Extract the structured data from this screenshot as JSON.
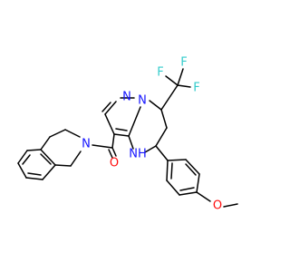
{
  "molecule": {
    "atoms": {
      "n_pyrazole": "N",
      "n_bridge": "N",
      "nh": "NH",
      "n_amide": "N",
      "o_carbonyl": "O",
      "o_methoxy": "O",
      "f_top": "F",
      "f_left": "F",
      "f_right": "F"
    }
  },
  "colors": {
    "nitrogen": "#1414ff",
    "oxygen": "#ff0d0d",
    "fluorine": "#33cccc",
    "bond": "#000000",
    "background": "#ffffff"
  }
}
